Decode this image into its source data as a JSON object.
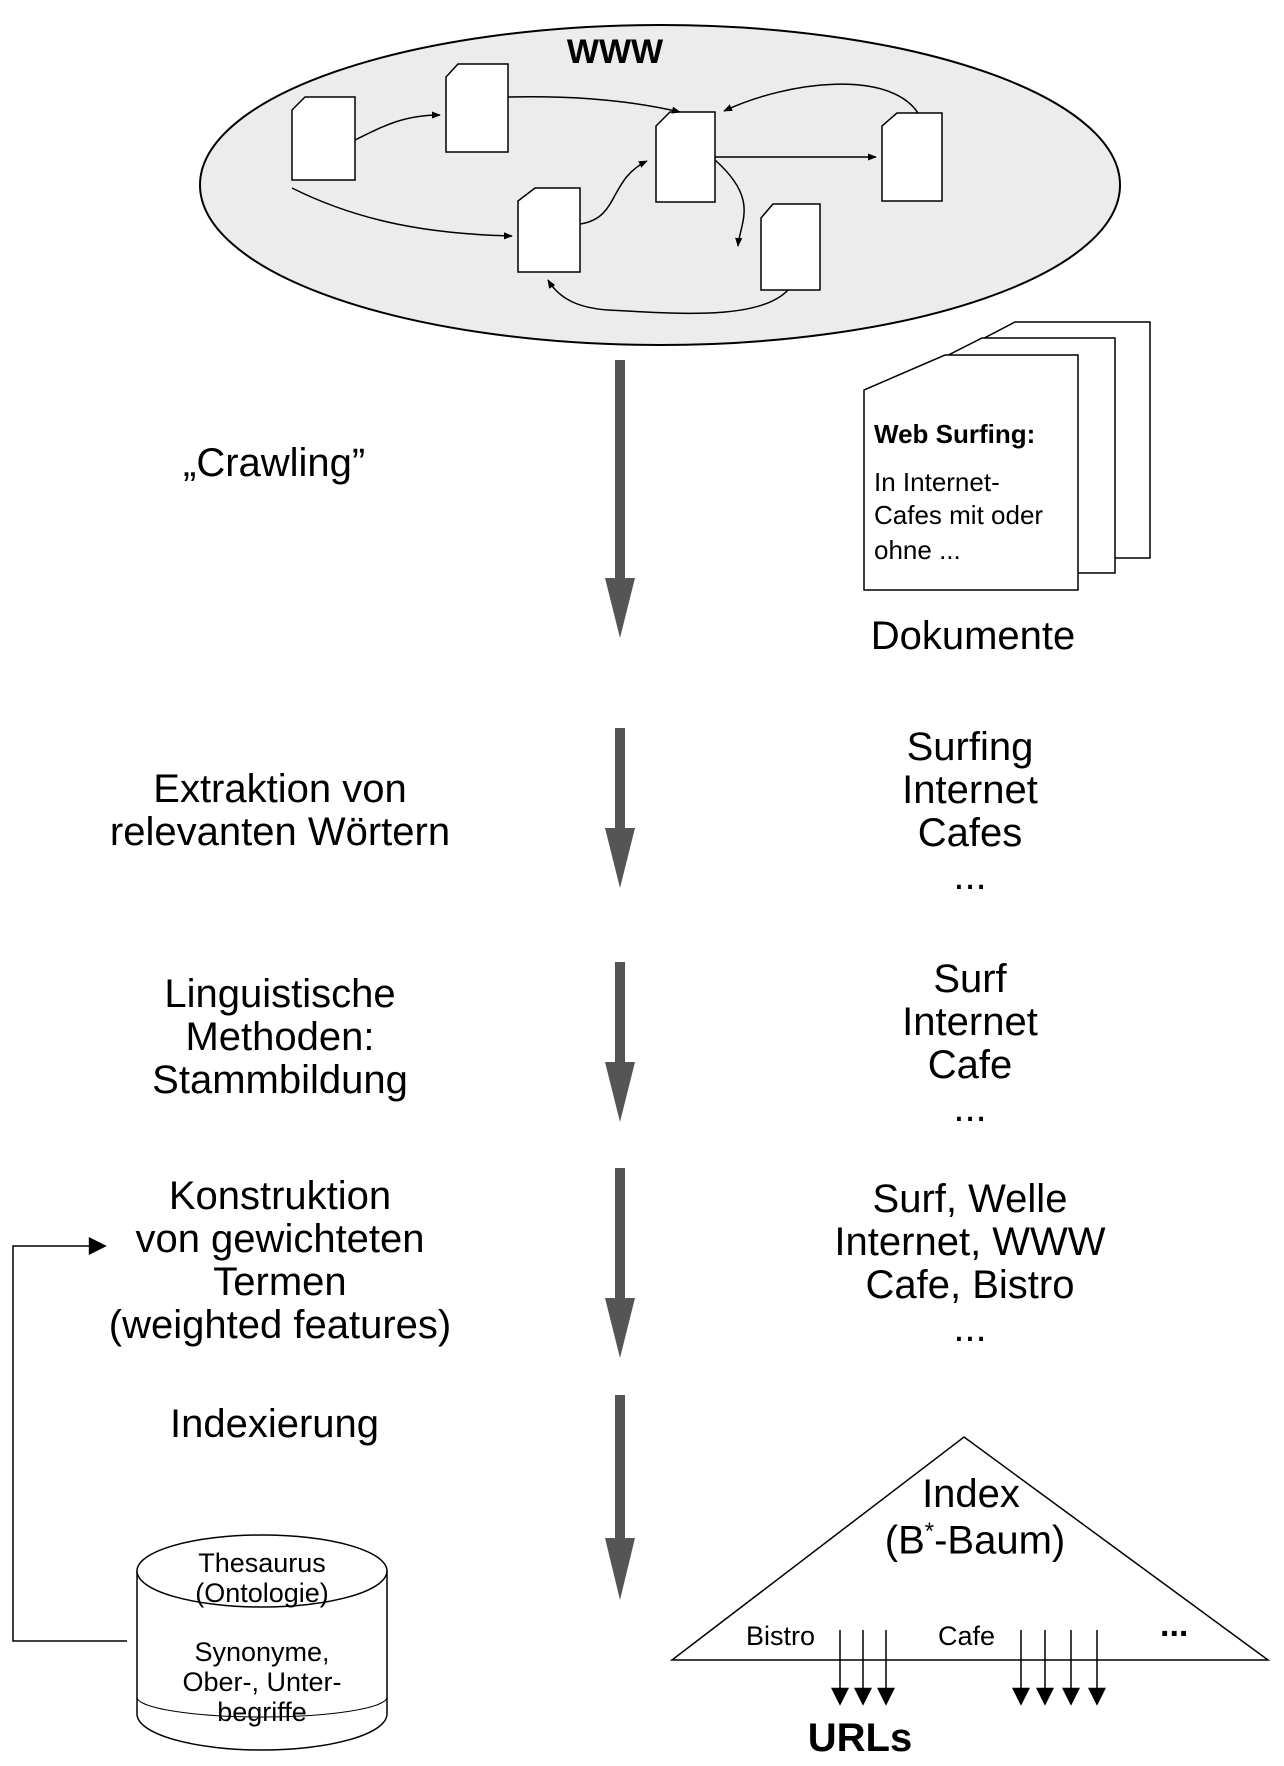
{
  "web": {
    "title": "WWW"
  },
  "documents": {
    "heading": "Web Surfing:",
    "lines": [
      "In Internet-",
      "Cafes mit oder",
      "ohne ..."
    ],
    "caption": "Dokumente"
  },
  "steps": [
    {
      "label": [
        "„Crawling”"
      ]
    },
    {
      "label": [
        "Extraktion von",
        "relevanten Wörtern"
      ],
      "words": [
        "Surfing",
        "Internet",
        "Cafes",
        "..."
      ]
    },
    {
      "label": [
        "Linguistische",
        "Methoden:",
        "Stammbildung"
      ],
      "words": [
        "Surf",
        "Internet",
        "Cafe",
        "..."
      ]
    },
    {
      "label": [
        "Konstruktion",
        "von gewichteten",
        "Termen",
        "(weighted features)"
      ],
      "words": [
        "Surf, Welle",
        "Internet, WWW",
        "Cafe, Bistro",
        "..."
      ]
    },
    {
      "label": [
        "Indexierung"
      ]
    }
  ],
  "thesaurus": {
    "title": [
      "Thesaurus",
      "(Ontologie)"
    ],
    "body": [
      "Synonyme,",
      "Ober-, Unter-",
      "begriffe"
    ]
  },
  "index": {
    "title": "Index",
    "subtitle_pre": "(B",
    "subtitle_sup": "*",
    "subtitle_post": "-Baum)",
    "keys": [
      "Bistro",
      "Cafe",
      "..."
    ],
    "urls_label": "URLs"
  },
  "colors": {
    "flow_arrow": "#555555",
    "ellipse_fill": "#ececec",
    "stroke": "#000000"
  }
}
